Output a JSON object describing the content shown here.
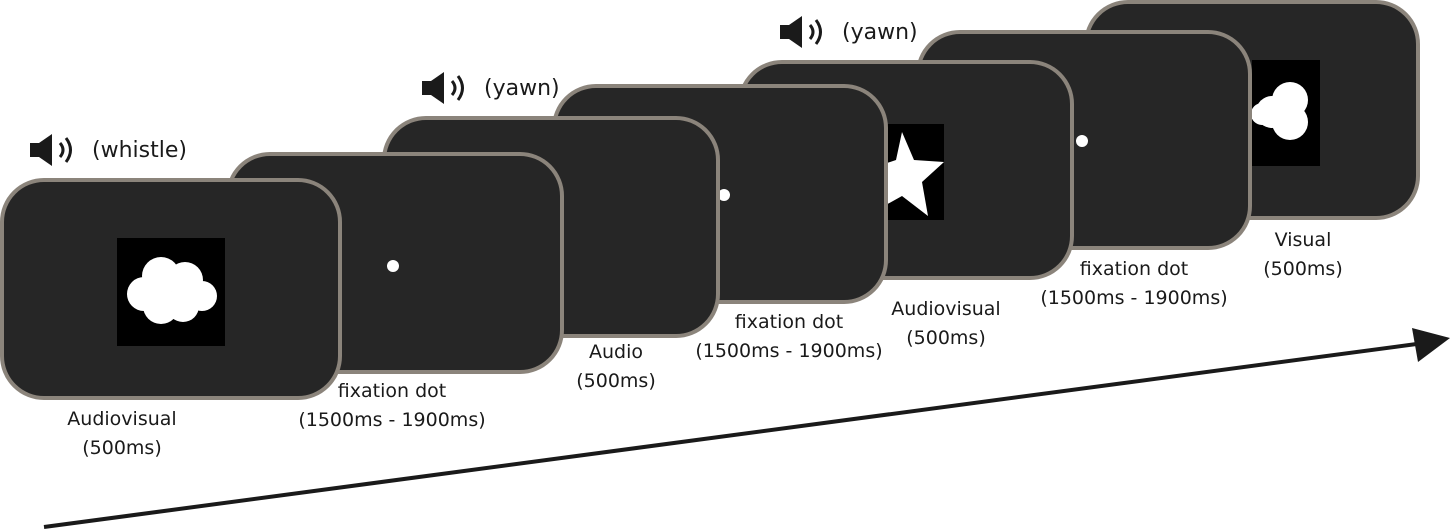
{
  "trials": [
    {
      "label": "Audiovisual",
      "duration": "(500ms)"
    },
    {
      "label": "fixation dot",
      "duration": "(1500ms - 1900ms)"
    },
    {
      "label": "Audio",
      "duration": "(500ms)"
    },
    {
      "label": "fixation dot",
      "duration": "(1500ms - 1900ms)"
    },
    {
      "label": "Audiovisual",
      "duration": "(500ms)"
    },
    {
      "label": "fixation dot",
      "duration": "(1500ms - 1900ms)"
    },
    {
      "label": "Visual",
      "duration": "(500ms)"
    }
  ],
  "sounds": [
    "(whistle)",
    "(yawn)",
    "(yawn)"
  ],
  "icons": {
    "speaker": "speaker-icon",
    "cloud": "cloud-stimulus-icon",
    "star": "star-stimulus-icon"
  },
  "colors": {
    "screen_fill": "#262626",
    "screen_border": "#8b847b",
    "stimulus_bg": "#000000",
    "stimulus_fg": "#ffffff",
    "arrow": "#1a1a1a"
  }
}
